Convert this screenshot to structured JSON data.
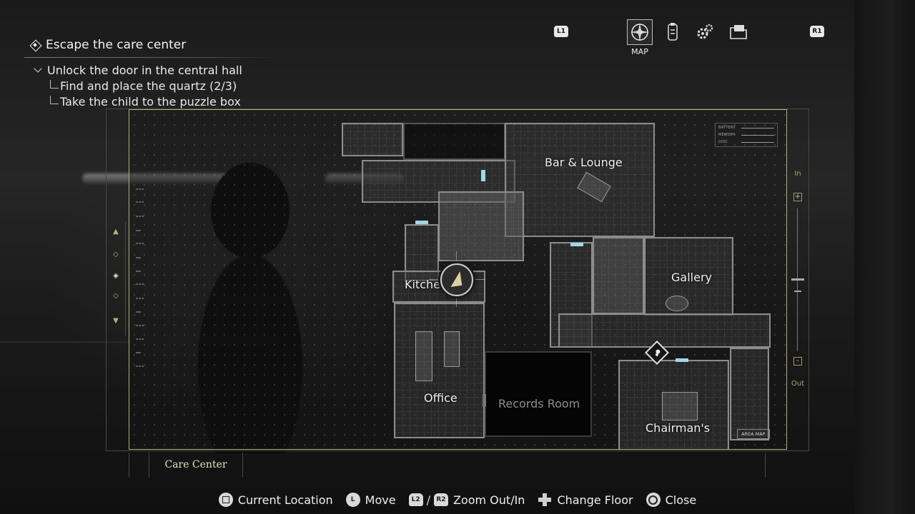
{
  "objectives": {
    "main": "Escape the care center",
    "sub": "Unlock the door in the central hall",
    "tasks": [
      "Find and place the quartz (2/3)",
      "Take the child to the puzzle box"
    ]
  },
  "top_menu": {
    "left_shoulder": "L1",
    "right_shoulder": "R1",
    "active_label": "MAP",
    "icons": [
      "compass-icon",
      "files-icon",
      "gears-icon",
      "folder-icon"
    ]
  },
  "map": {
    "rooms": {
      "bar_lounge": "Bar & Lounge",
      "kitchenette": "Kitchenette",
      "gallery": "Gallery",
      "office": "Office",
      "records_room": "Records Room",
      "chairmans": "Chairman's"
    },
    "zoom_in_label": "In",
    "zoom_out_label": "Out",
    "zoom_plus": "+",
    "zoom_minus": "-",
    "legend": [
      "BATTERY",
      "MEMORY",
      "DISC"
    ],
    "area_map_button": "AREA MAP",
    "floor_up": "▲",
    "floor_down": "▼",
    "location": "Care Center"
  },
  "controls": {
    "current_location": "Current Location",
    "move_key": "L",
    "move": "Move",
    "zoom_out_key": "L2",
    "zoom_in_key": "R2",
    "separator": "/",
    "zoom": "Zoom Out/In",
    "change_floor": "Change Floor",
    "close": "Close"
  },
  "colors": {
    "accent": "#b4af7d",
    "door": "#9fd8ea"
  }
}
